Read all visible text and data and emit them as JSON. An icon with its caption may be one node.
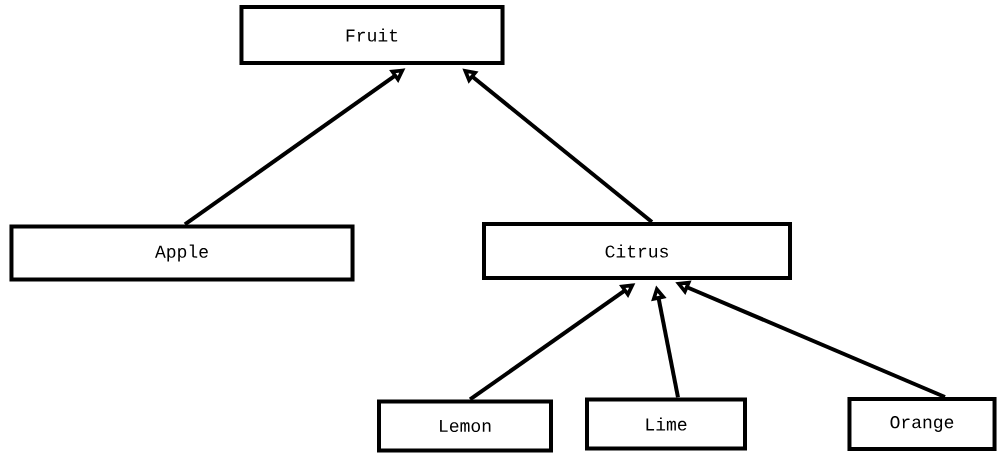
{
  "diagram": {
    "nodes": [
      {
        "text": [
          "Fruit"
        ]
      },
      {
        "text": [
          "Apple"
        ]
      },
      {
        "text": [
          "Citrus"
        ]
      },
      {
        "text": [
          "Lemon"
        ]
      },
      {
        "text": [
          "Lime"
        ]
      },
      {
        "text": [
          "Orange"
        ]
      }
    ],
    "edges": [
      {
        "from": 1,
        "to": 0,
        "arrow": "to"
      },
      {
        "from": 2,
        "to": 0,
        "arrow": "to"
      },
      {
        "from": 3,
        "to": 2,
        "arrow": "to"
      },
      {
        "from": 4,
        "to": 2,
        "arrow": "to"
      },
      {
        "from": 5,
        "to": 2,
        "arrow": "to"
      }
    ]
  }
}
